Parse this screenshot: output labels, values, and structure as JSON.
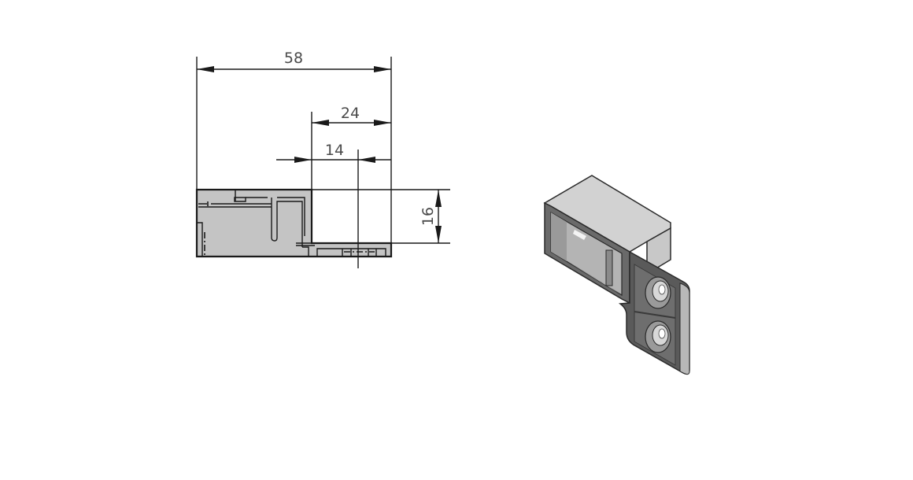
{
  "drawing": {
    "type": "technical-dimension-drawing",
    "units_shown": false,
    "colors": {
      "background": "#ffffff",
      "line": "#1a1a1a",
      "part_fill": "#c4c4c4",
      "dimension_text": "#4a4a4a",
      "iso_light": "#d2d2d2",
      "iso_mid": "#a8a8a8",
      "iso_dark": "#5a5a5a",
      "iso_outline": "#2a2a2a"
    },
    "dimensions": {
      "overall_length": "58",
      "pocket_width": "24",
      "centerline_offset": "14",
      "height": "16"
    },
    "views": {
      "side_view": "side-view-section",
      "isometric_view": "isometric-bracket-view"
    }
  }
}
